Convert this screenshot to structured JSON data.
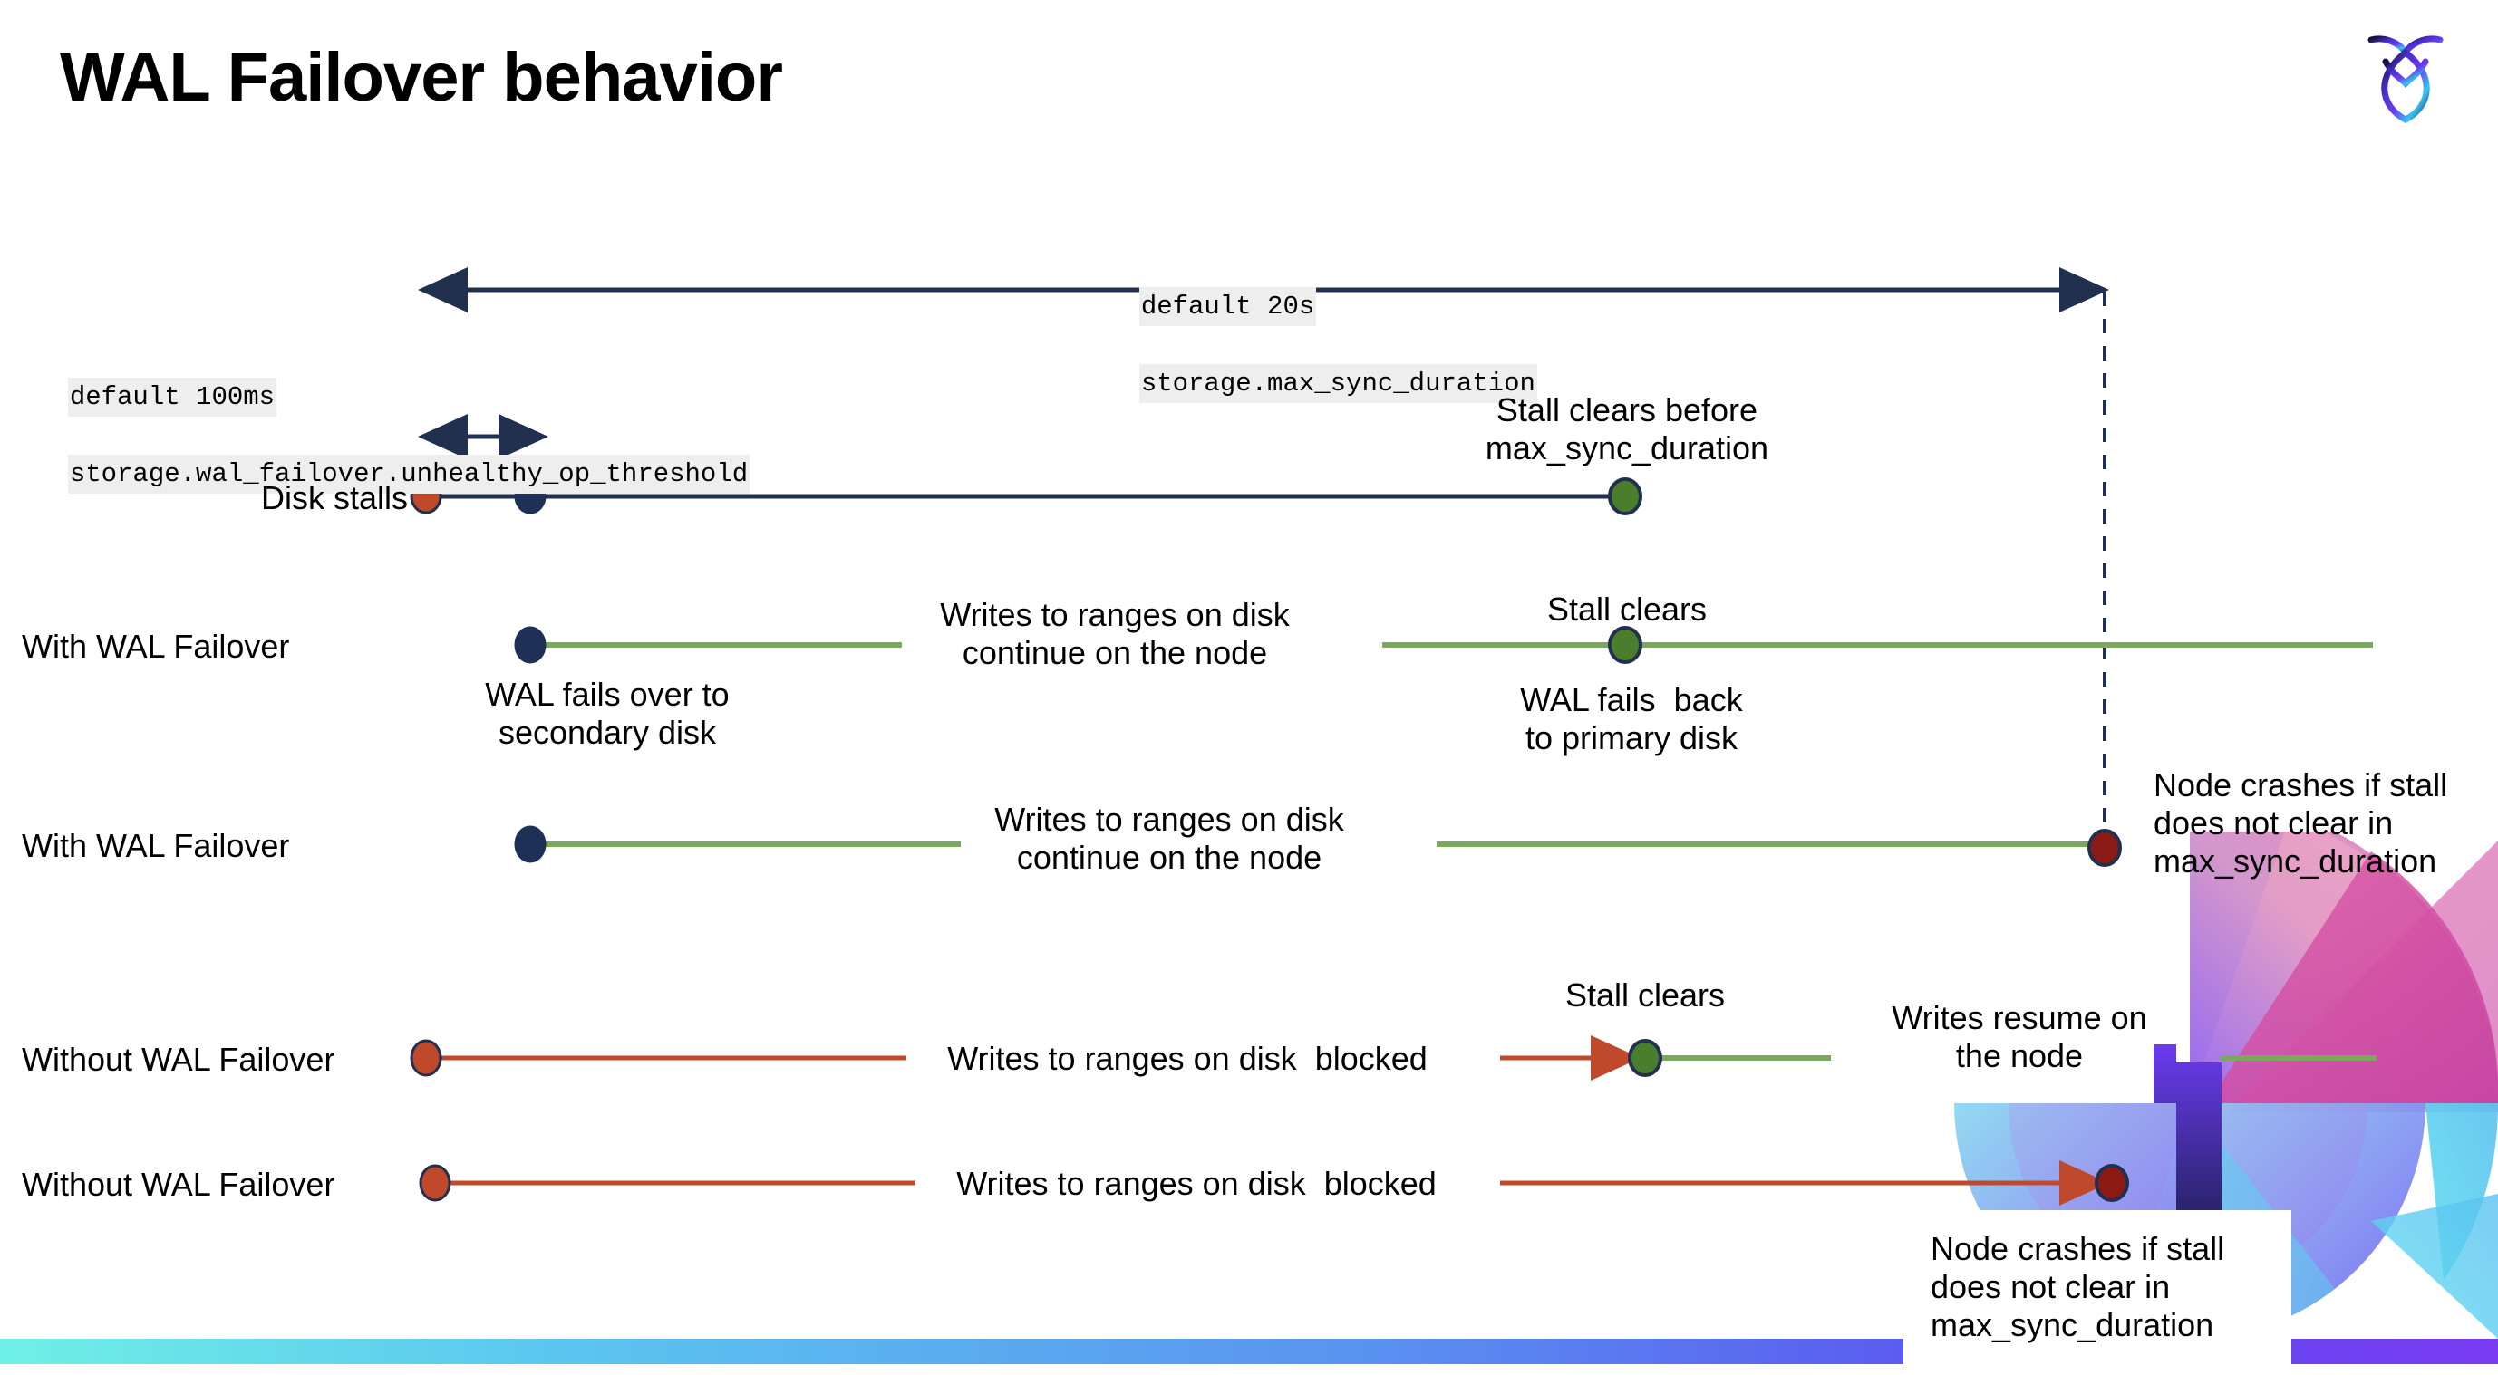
{
  "page": {
    "title": "WAL Failover behavior",
    "logo_icon": "cockroach-labs-logo-icon",
    "bottom_bar_gradient": [
      "#6ff0e6",
      "#5bc6f0",
      "#5a92f0",
      "#5b4df0",
      "#7a3bf0"
    ]
  },
  "colors": {
    "navy": "#22304f",
    "green_line": "#7aa85c",
    "green_dot": "#4a7d2c",
    "red_line": "#c0492b",
    "orange_dot": "#c0492b",
    "dark_red_dot": "#8b1a14",
    "code_bg": "#eeeeee"
  },
  "annotations": {
    "max_sync": {
      "default_label": "default 20s",
      "setting_name": "storage.max_sync_duration"
    },
    "unhealthy_threshold": {
      "default_label": "default 100ms",
      "setting_name": "storage.wal_failover.unhealthy_op_threshold"
    }
  },
  "rows": [
    {
      "id": "disk-stalls",
      "label": "Disk stalls",
      "notes": [
        {
          "id": "stall-clears-before",
          "text": "Stall clears before\nmax_sync_duration"
        }
      ]
    },
    {
      "id": "with-wal-failover-1",
      "label": "With WAL Failover",
      "notes": [
        {
          "id": "wal-fails-over",
          "text": "WAL fails over to\nsecondary disk"
        },
        {
          "id": "writes-continue-1",
          "text": "Writes to ranges on disk\ncontinue on the node"
        },
        {
          "id": "stall-clears-1",
          "text": "Stall clears"
        },
        {
          "id": "wal-fails-back",
          "text": "WAL fails  back\nto primary disk"
        }
      ]
    },
    {
      "id": "with-wal-failover-2",
      "label": "With WAL Failover",
      "notes": [
        {
          "id": "writes-continue-2",
          "text": "Writes to ranges on disk\ncontinue on the node"
        },
        {
          "id": "node-crashes-1",
          "text": "Node crashes if stall\ndoes not clear in\nmax_sync_duration"
        }
      ]
    },
    {
      "id": "without-wal-failover-1",
      "label": "Without WAL Failover",
      "notes": [
        {
          "id": "writes-blocked-1",
          "text": "Writes to ranges on disk  blocked"
        },
        {
          "id": "stall-clears-2",
          "text": "Stall clears"
        },
        {
          "id": "writes-resume",
          "text": "Writes resume on\nthe node"
        }
      ]
    },
    {
      "id": "without-wal-failover-2",
      "label": "Without WAL Failover",
      "notes": [
        {
          "id": "writes-blocked-2",
          "text": "Writes to ranges on disk  blocked"
        },
        {
          "id": "node-crashes-2",
          "text": "Node crashes if stall\ndoes not clear in\nmax_sync_duration"
        }
      ]
    }
  ]
}
